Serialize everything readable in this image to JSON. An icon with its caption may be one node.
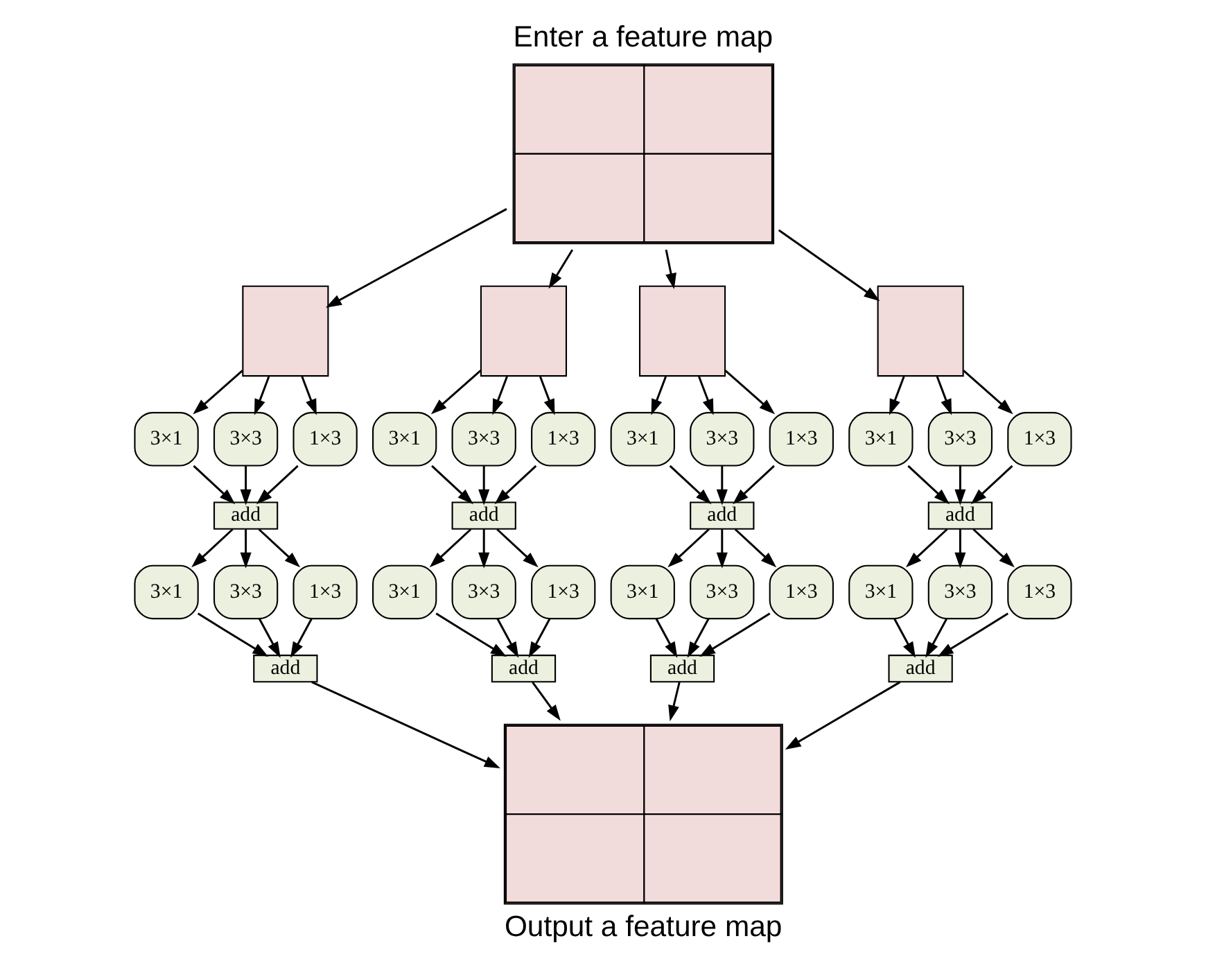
{
  "diagram": {
    "nodes": [
      {
        "text": [
          "Enter a feature map"
        ]
      },
      {
        "text": [],
        "shape": "box"
      },
      {
        "text": [],
        "shape": "box"
      },
      {
        "text": [],
        "shape": "box"
      },
      {
        "text": [],
        "shape": "box"
      },
      {
        "text": [
          "3×1"
        ]
      },
      {
        "text": [
          "3×3"
        ]
      },
      {
        "text": [
          "1×3"
        ]
      },
      {
        "text": [
          "3×1"
        ]
      },
      {
        "text": [
          "3×3"
        ]
      },
      {
        "text": [
          "1×3"
        ]
      },
      {
        "text": [
          "3×1"
        ]
      },
      {
        "text": [
          "3×3"
        ]
      },
      {
        "text": [
          "1×3"
        ]
      },
      {
        "text": [
          "3×1"
        ]
      },
      {
        "text": [
          "3×3"
        ]
      },
      {
        "text": [
          "1×3"
        ]
      },
      {
        "text": [
          "add"
        ]
      },
      {
        "text": [
          "add"
        ]
      },
      {
        "text": [
          "add"
        ]
      },
      {
        "text": [
          "add"
        ]
      },
      {
        "text": [
          "3×1"
        ]
      },
      {
        "text": [
          "3×3"
        ]
      },
      {
        "text": [
          "1×3"
        ]
      },
      {
        "text": [
          "3×1"
        ]
      },
      {
        "text": [
          "3×3"
        ]
      },
      {
        "text": [
          "1×3"
        ]
      },
      {
        "text": [
          "3×1"
        ]
      },
      {
        "text": [
          "3×3"
        ]
      },
      {
        "text": [
          "1×3"
        ]
      },
      {
        "text": [
          "3×1"
        ]
      },
      {
        "text": [
          "3×3"
        ]
      },
      {
        "text": [
          "1×3"
        ]
      },
      {
        "text": [
          "add"
        ]
      },
      {
        "text": [
          "add"
        ]
      },
      {
        "text": [
          "add"
        ]
      },
      {
        "text": [
          "add"
        ]
      },
      {
        "text": [
          "Output a feature map"
        ]
      }
    ],
    "edges": [
      {
        "from": 0,
        "to": 1,
        "arrow": "to"
      },
      {
        "from": 0,
        "to": 2,
        "arrow": "to"
      },
      {
        "from": 0,
        "to": 3,
        "arrow": "to"
      },
      {
        "from": 0,
        "to": 4,
        "arrow": "to"
      },
      {
        "from": 1,
        "to": 5,
        "arrow": "to"
      },
      {
        "from": 1,
        "to": 6,
        "arrow": "to"
      },
      {
        "from": 1,
        "to": 7,
        "arrow": "to"
      },
      {
        "from": 2,
        "to": 8,
        "arrow": "to"
      },
      {
        "from": 2,
        "to": 9,
        "arrow": "to"
      },
      {
        "from": 2,
        "to": 10,
        "arrow": "to"
      },
      {
        "from": 3,
        "to": 11,
        "arrow": "to"
      },
      {
        "from": 3,
        "to": 12,
        "arrow": "to"
      },
      {
        "from": 3,
        "to": 13,
        "arrow": "to"
      },
      {
        "from": 4,
        "to": 14,
        "arrow": "to"
      },
      {
        "from": 4,
        "to": 15,
        "arrow": "to"
      },
      {
        "from": 4,
        "to": 16,
        "arrow": "to"
      },
      {
        "from": 5,
        "to": 17,
        "arrow": "to"
      },
      {
        "from": 6,
        "to": 17,
        "arrow": "to"
      },
      {
        "from": 7,
        "to": 17,
        "arrow": "to"
      },
      {
        "from": 8,
        "to": 18,
        "arrow": "to"
      },
      {
        "from": 9,
        "to": 18,
        "arrow": "to"
      },
      {
        "from": 10,
        "to": 18,
        "arrow": "to"
      },
      {
        "from": 11,
        "to": 19,
        "arrow": "to"
      },
      {
        "from": 12,
        "to": 19,
        "arrow": "to"
      },
      {
        "from": 13,
        "to": 19,
        "arrow": "to"
      },
      {
        "from": 14,
        "to": 20,
        "arrow": "to"
      },
      {
        "from": 15,
        "to": 20,
        "arrow": "to"
      },
      {
        "from": 16,
        "to": 20,
        "arrow": "to"
      },
      {
        "from": 17,
        "to": 21,
        "arrow": "to"
      },
      {
        "from": 17,
        "to": 22,
        "arrow": "to"
      },
      {
        "from": 17,
        "to": 23,
        "arrow": "to"
      },
      {
        "from": 18,
        "to": 24,
        "arrow": "to"
      },
      {
        "from": 18,
        "to": 25,
        "arrow": "to"
      },
      {
        "from": 18,
        "to": 26,
        "arrow": "to"
      },
      {
        "from": 19,
        "to": 27,
        "arrow": "to"
      },
      {
        "from": 19,
        "to": 28,
        "arrow": "to"
      },
      {
        "from": 19,
        "to": 29,
        "arrow": "to"
      },
      {
        "from": 20,
        "to": 30,
        "arrow": "to"
      },
      {
        "from": 20,
        "to": 31,
        "arrow": "to"
      },
      {
        "from": 20,
        "to": 32,
        "arrow": "to"
      },
      {
        "from": 21,
        "to": 33,
        "arrow": "to"
      },
      {
        "from": 22,
        "to": 33,
        "arrow": "to"
      },
      {
        "from": 23,
        "to": 33,
        "arrow": "to"
      },
      {
        "from": 24,
        "to": 34,
        "arrow": "to"
      },
      {
        "from": 25,
        "to": 34,
        "arrow": "to"
      },
      {
        "from": 26,
        "to": 34,
        "arrow": "to"
      },
      {
        "from": 27,
        "to": 35,
        "arrow": "to"
      },
      {
        "from": 28,
        "to": 35,
        "arrow": "to"
      },
      {
        "from": 29,
        "to": 35,
        "arrow": "to"
      },
      {
        "from": 30,
        "to": 36,
        "arrow": "to"
      },
      {
        "from": 31,
        "to": 36,
        "arrow": "to"
      },
      {
        "from": 32,
        "to": 36,
        "arrow": "to"
      },
      {
        "from": 33,
        "to": 37,
        "arrow": "to"
      },
      {
        "from": 34,
        "to": 37,
        "arrow": "to"
      },
      {
        "from": 35,
        "to": 37,
        "arrow": "to"
      },
      {
        "from": 36,
        "to": 37,
        "arrow": "to"
      }
    ]
  }
}
